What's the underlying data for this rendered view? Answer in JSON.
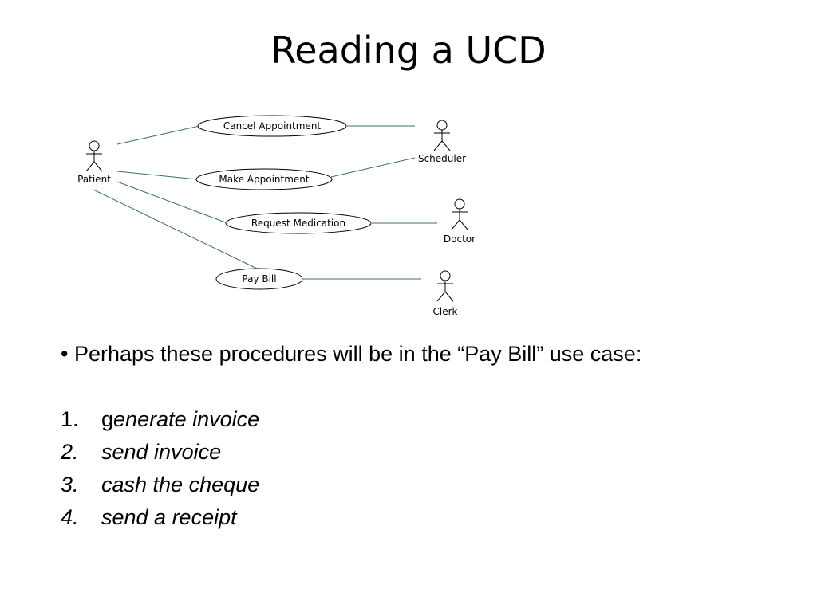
{
  "slide": {
    "title": "Reading a UCD"
  },
  "diagram": {
    "actors": [
      {
        "id": "patient",
        "label": "Patient"
      },
      {
        "id": "scheduler",
        "label": "Scheduler"
      },
      {
        "id": "doctor",
        "label": "Doctor"
      },
      {
        "id": "clerk",
        "label": "Clerk"
      }
    ],
    "use_cases": [
      {
        "id": "cancel",
        "label": "Cancel Appointment"
      },
      {
        "id": "make",
        "label": "Make Appointment"
      },
      {
        "id": "request",
        "label": "Request Medication"
      },
      {
        "id": "paybill",
        "label": "Pay Bill"
      }
    ],
    "associations": [
      [
        "patient",
        "cancel"
      ],
      [
        "patient",
        "make"
      ],
      [
        "patient",
        "request"
      ],
      [
        "patient",
        "paybill"
      ],
      [
        "cancel",
        "scheduler"
      ],
      [
        "make",
        "scheduler"
      ],
      [
        "request",
        "doctor"
      ],
      [
        "paybill",
        "clerk"
      ]
    ],
    "line_color": "#3b6e70"
  },
  "content": {
    "bullet": "• Perhaps these procedures will be in the “Pay Bill” use case:",
    "steps": [
      {
        "num": "1.",
        "lead": "g",
        "text": "enerate invoice"
      },
      {
        "num": "2.",
        "lead": "",
        "text": "send invoice"
      },
      {
        "num": "3.",
        "lead": "",
        "text": "cash the cheque"
      },
      {
        "num": "4.",
        "lead": "",
        "text": "send a receipt"
      }
    ]
  }
}
